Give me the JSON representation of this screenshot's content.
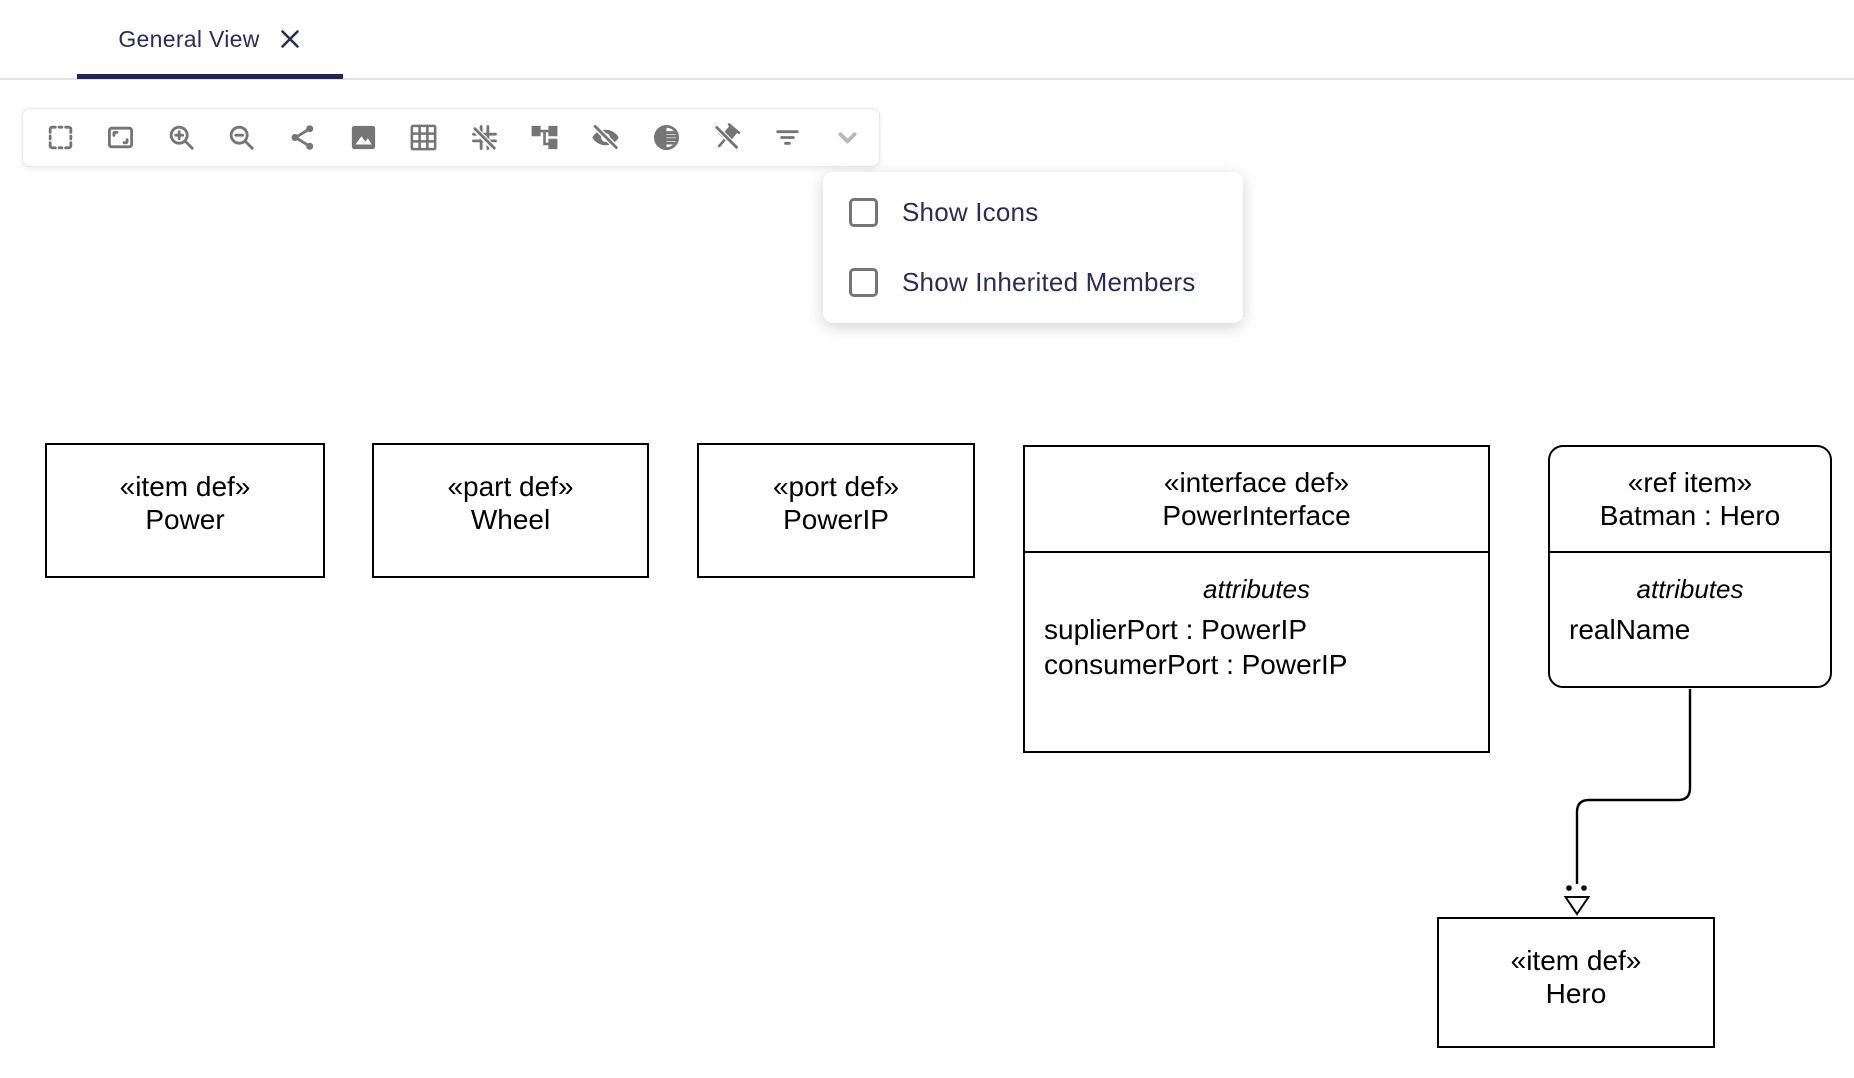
{
  "tab_bar": {
    "active_tab": {
      "label": "General View"
    }
  },
  "toolbar": {
    "icons": [
      {
        "name": "fullscreen-icon"
      },
      {
        "name": "fit-to-screen-icon"
      },
      {
        "name": "zoom-in-icon"
      },
      {
        "name": "zoom-out-icon"
      },
      {
        "name": "share-icon"
      },
      {
        "name": "export-image-icon"
      },
      {
        "name": "grid-icon"
      },
      {
        "name": "snap-to-grid-off-icon"
      },
      {
        "name": "arrange-all-icon"
      },
      {
        "name": "hide-elements-icon"
      },
      {
        "name": "fade-elements-icon"
      },
      {
        "name": "unpin-elements-icon"
      },
      {
        "name": "filter-icon"
      },
      {
        "name": "expand-more-icon"
      }
    ]
  },
  "dropdown": {
    "options": [
      {
        "label": "Show Icons",
        "checked": false
      },
      {
        "label": "Show Inherited Members",
        "checked": false
      }
    ]
  },
  "diagram": {
    "nodes": {
      "power": {
        "stereotype": "«item def»",
        "name": "Power"
      },
      "wheel": {
        "stereotype": "«part def»",
        "name": "Wheel"
      },
      "powerip": {
        "stereotype": "«port def»",
        "name": "PowerIP"
      },
      "power_interface": {
        "stereotype": "«interface def»",
        "name": "PowerInterface",
        "compartment_label": "attributes",
        "attributes": [
          "suplierPort : PowerIP",
          "consumerPort : PowerIP"
        ]
      },
      "batman": {
        "stereotype": "«ref item»",
        "name": "Batman : Hero",
        "compartment_label": "attributes",
        "attributes": [
          "realName"
        ]
      },
      "hero": {
        "stereotype": "«item def»",
        "name": "Hero"
      }
    }
  },
  "colors": {
    "accent": "#2e2960",
    "tab_underline": "#262262",
    "icon_gray": "#757575",
    "chevron_gray": "#b9b9b9",
    "diagram_line": "#000000"
  }
}
